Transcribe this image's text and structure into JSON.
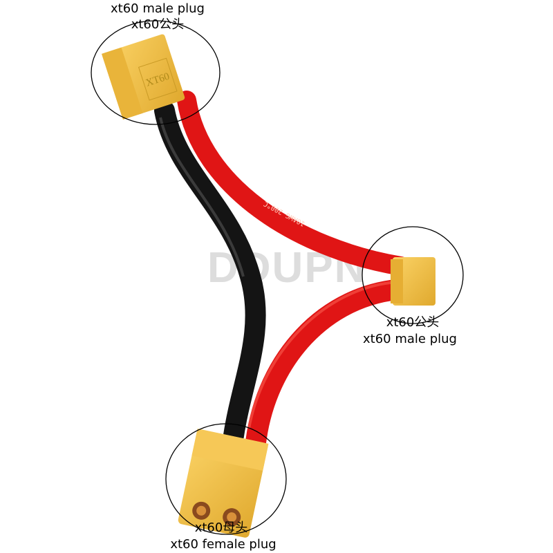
{
  "watermark": "DDUPN",
  "cable_print": "10AWG 200°C",
  "connector_marking": "XT60",
  "labels": {
    "top": {
      "en": "xt60 male plug",
      "zh": "xt60公头"
    },
    "right": {
      "zh": "xt60公头",
      "en": "xt60 male plug"
    },
    "bottom": {
      "zh": "xt60母头",
      "en": "xt60 female plug"
    }
  },
  "colors": {
    "connector": "#f2c24a",
    "red_wire": "#e01515",
    "black_wire": "#141414"
  }
}
